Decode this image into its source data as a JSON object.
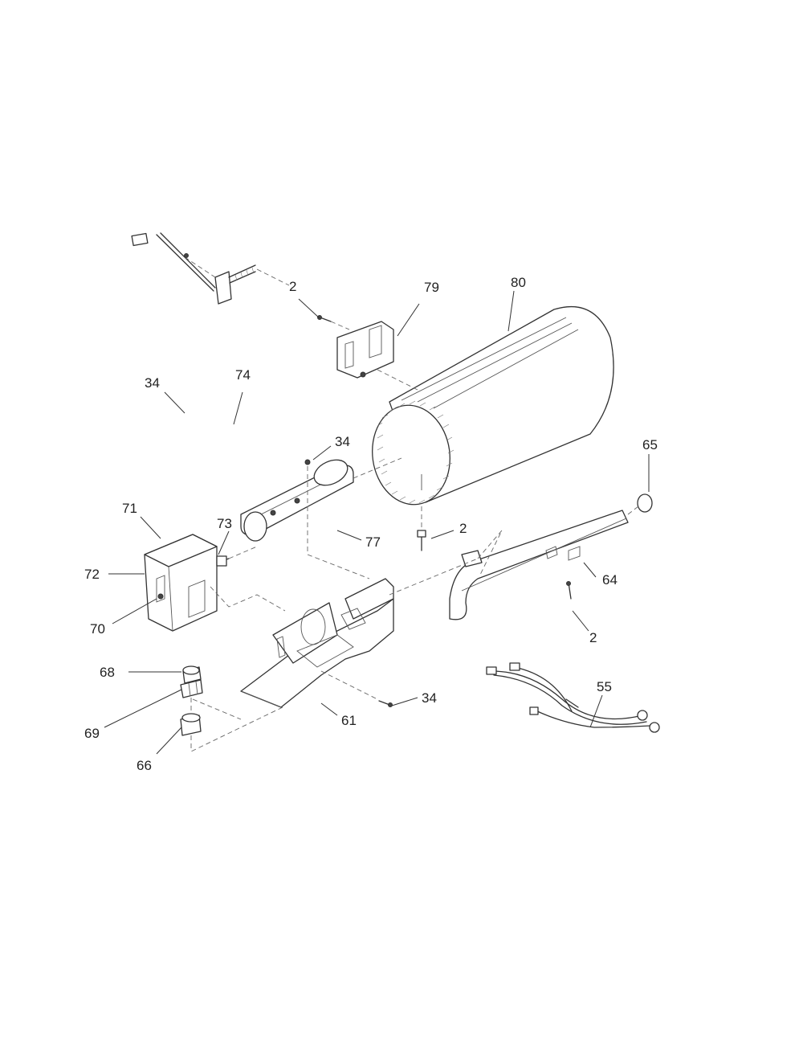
{
  "diagram": {
    "callouts": {
      "c2_top": "2",
      "c79": "79",
      "c80": "80",
      "c34_left": "34",
      "c74": "74",
      "c34_mid": "34",
      "c65": "65",
      "c71": "71",
      "c73": "73",
      "c2_mid": "2",
      "c77": "77",
      "c72": "72",
      "c64": "64",
      "c70": "70",
      "c2_right": "2",
      "c68": "68",
      "c55": "55",
      "c34_bottom": "34",
      "c69": "69",
      "c61": "61",
      "c66": "66"
    }
  }
}
